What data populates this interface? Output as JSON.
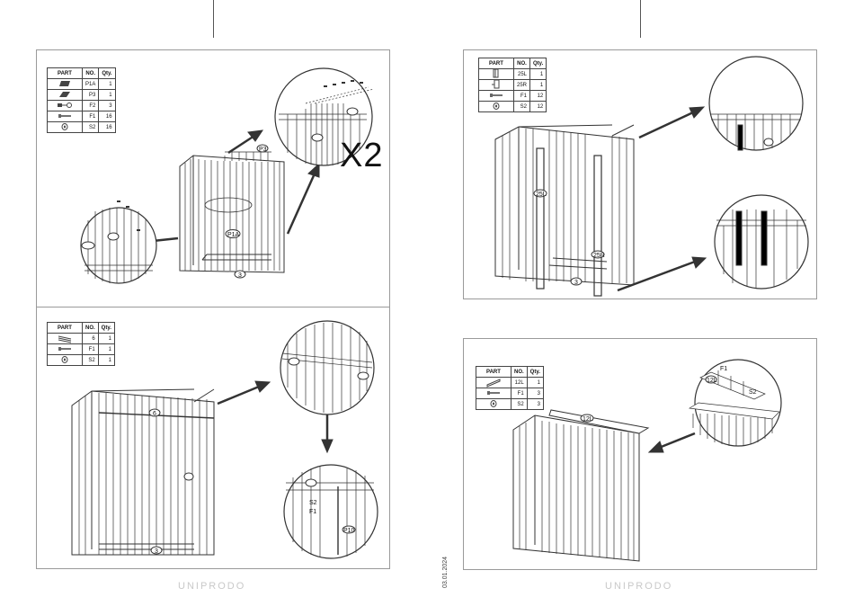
{
  "brand": {
    "left": "UNIPRODO",
    "right": "UNIPRODO"
  },
  "date_stamp": "03.01.2024",
  "table_headers": {
    "part": "PART",
    "no": "NO.",
    "qty": "Qty."
  },
  "step1": {
    "parts": [
      {
        "icon": "back-panel-icon",
        "no": "P1A",
        "qty": "1"
      },
      {
        "icon": "side-panel-icon",
        "no": "P3",
        "qty": "1"
      },
      {
        "icon": "bolt-nut-icon",
        "no": "F2",
        "qty": "3"
      },
      {
        "icon": "screw-icon",
        "no": "F1",
        "qty": "16"
      },
      {
        "icon": "washer-icon",
        "no": "S2",
        "qty": "16"
      }
    ],
    "multiplier": "X2",
    "labels": {
      "p1a": "P1A",
      "p3": "P3",
      "base": "3"
    }
  },
  "step2": {
    "parts": [
      {
        "icon": "beam-icon",
        "no": "6",
        "qty": "1"
      },
      {
        "icon": "screw-icon",
        "no": "F1",
        "qty": "1"
      },
      {
        "icon": "washer-icon",
        "no": "S2",
        "qty": "1"
      }
    ],
    "labels": {
      "beam": "6",
      "base": "3",
      "side": "P10",
      "s2": "S2",
      "f1": "F1"
    }
  },
  "step3": {
    "parts": [
      {
        "icon": "left-post-icon",
        "no": "25L",
        "qty": "1"
      },
      {
        "icon": "right-post-icon",
        "no": "25R",
        "qty": "1"
      },
      {
        "icon": "screw-icon",
        "no": "F1",
        "qty": "12"
      },
      {
        "icon": "washer-icon",
        "no": "S2",
        "qty": "12"
      }
    ],
    "labels": {
      "left": "25L",
      "right": "25R",
      "base": "3"
    }
  },
  "step4": {
    "parts": [
      {
        "icon": "top-rail-icon",
        "no": "12L",
        "qty": "1"
      },
      {
        "icon": "screw-icon",
        "no": "F1",
        "qty": "3"
      },
      {
        "icon": "washer-icon",
        "no": "S2",
        "qty": "3"
      }
    ],
    "labels": {
      "rail": "12L",
      "f1": "F1",
      "s2": "S2"
    }
  },
  "colors": {
    "line": "#333333",
    "border": "#9a9a9a",
    "brand": "#c9c9c9"
  }
}
